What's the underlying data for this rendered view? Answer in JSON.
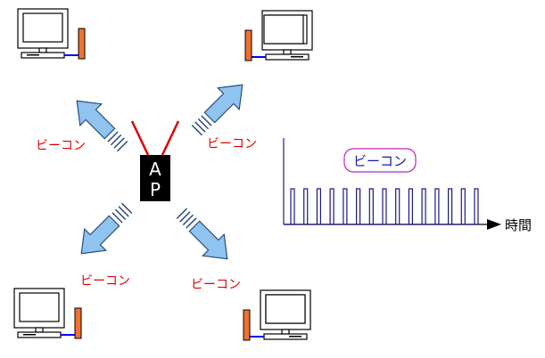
{
  "labels": {
    "beacon_top_left": "ビーコン",
    "beacon_top_right": "ビーコン",
    "beacon_bottom_left": "ビーコン",
    "beacon_bottom_right": "ビーコン",
    "ap_letter_1": "A",
    "ap_letter_2": "P",
    "legend": "ビーコン",
    "time_axis": "時間"
  },
  "beacon_pulse_count": 15,
  "colors": {
    "arrow_fill": "#8fc3f0",
    "arrow_stroke": "#2c4e78",
    "antenna": "#e00000",
    "ap_box": "#000000",
    "pulse": "#1a1a80",
    "legend_border": "#c020c0",
    "terminal_antenna": "#f07030",
    "cable": "#0000ff"
  },
  "icons": [
    "computer-icon",
    "antenna-icon",
    "beacon-arrow-icon"
  ]
}
